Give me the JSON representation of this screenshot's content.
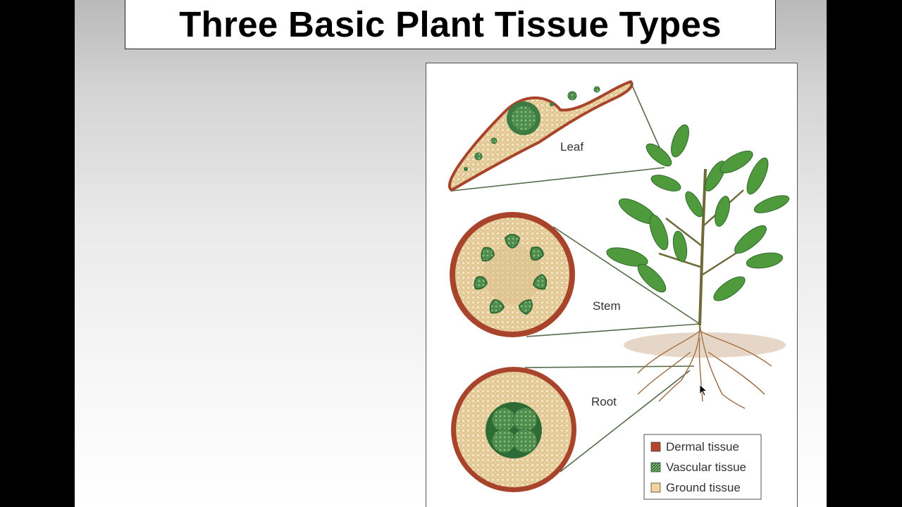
{
  "slide": {
    "title": "Three Basic Plant Tissue Types"
  },
  "figure": {
    "labels": {
      "leaf": "Leaf",
      "stem": "Stem",
      "root": "Root"
    },
    "legend": [
      {
        "label": "Dermal tissue",
        "color": "#b5452c",
        "icon": "dermal-swatch"
      },
      {
        "label": "Vascular tissue",
        "color": "#3f7d45",
        "icon": "vascular-swatch"
      },
      {
        "label": "Ground tissue",
        "color": "#f2d39c",
        "icon": "ground-swatch"
      }
    ]
  },
  "colors": {
    "dermal": "#a8442b",
    "vascular": "#3f7d45",
    "ground": "#e9d3a4",
    "leaf_green": "#4f9a3c",
    "root_brown": "#8a5a34"
  }
}
